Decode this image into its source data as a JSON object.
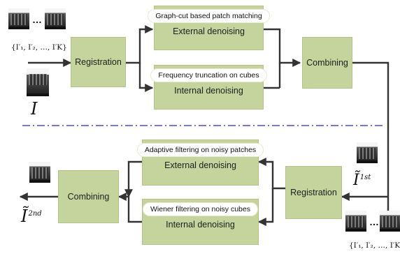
{
  "stage1": {
    "registration": "Registration",
    "external": {
      "method": "Graph-cut based patch matching",
      "label": "External denoising"
    },
    "internal": {
      "method": "Frequency truncation on cubes",
      "label": "Internal denoising"
    },
    "combining": "Combining",
    "input_set": "{I′₁, I′₂, …, I′K}",
    "input_image": "I"
  },
  "stage2": {
    "registration": "Registration",
    "external": {
      "method": "Adaptive filtering on noisy patches",
      "label": "External denoising"
    },
    "internal": {
      "method": "Wiener filtering on noisy cubes",
      "label": "Internal denoising"
    },
    "combining": "Combining",
    "input_set": "{I′₁, I′₂, …, I′K}",
    "first_estimate": "Ĩ",
    "first_estimate_sup": "1st",
    "output": "Ĩ",
    "output_sup": "2nd"
  },
  "ellipsis": "…",
  "colors": {
    "box_fill": "#c5d39c",
    "arrow": "#333333",
    "separator": "#4a4fbf"
  }
}
